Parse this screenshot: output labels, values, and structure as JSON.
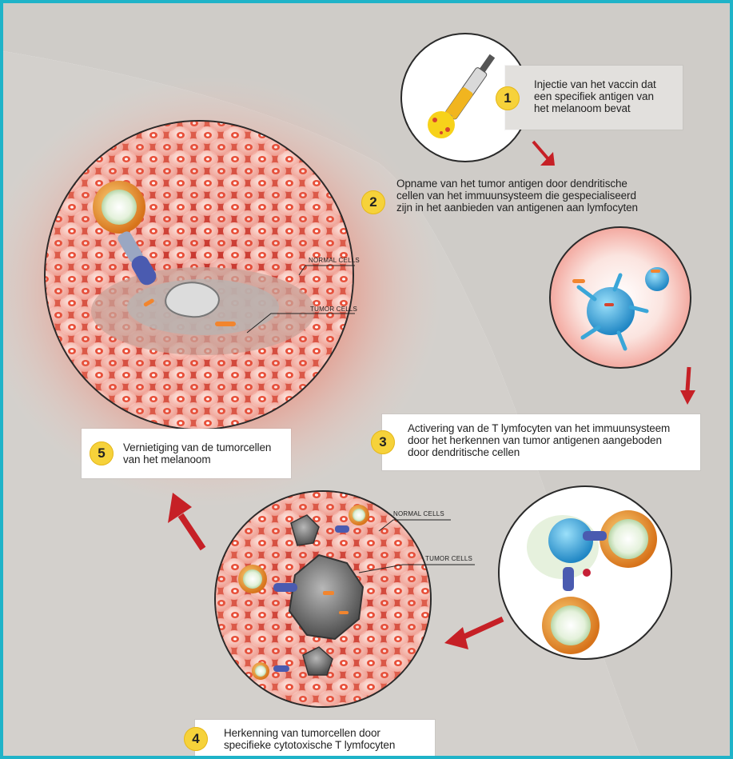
{
  "steps": [
    {
      "number": "1",
      "text": "Injectie van het vaccin dat een specifiek antigen van het melanoom bevat"
    },
    {
      "number": "2",
      "text": "Opname van het tumor antigen door dendritische cellen van het immuunsysteem die gespecialiseerd zijn in het aanbieden van antigenen aan lymfocyten"
    },
    {
      "number": "3",
      "text": "Activering van de T lymfocyten van het immuunsysteem door het herkennen van tumor antigenen aangeboden door dendritische cellen"
    },
    {
      "number": "4",
      "text": "Herkenning van tumorcellen door specifieke cytotoxische T lymfocyten"
    },
    {
      "number": "5",
      "text": "Vernietiging van de tumorcellen van het melanoom"
    }
  ],
  "step_lines": {
    "s1": [
      "Injectie van het vaccin dat",
      "een specifiek antigen van",
      "het melanoom bevat"
    ],
    "s2": [
      "Opname van het tumor antigen door dendritische",
      "cellen van het immuunsysteem die gespecialiseerd",
      "zijn in het aanbieden van antigenen aan lymfocyten"
    ],
    "s3": [
      "Activering van de T lymfocyten van het immuunsysteem",
      "door het herkennen van tumor antigenen aangeboden",
      "door dendritische cellen"
    ],
    "s4": [
      "Herkenning van tumorcellen door",
      "specifieke cytotoxische T lymfocyten"
    ],
    "s5": [
      "Vernietiging van de tumorcellen",
      "van het melanoom"
    ]
  },
  "cell_labels": {
    "normal_cells": "NORMAL CELLS",
    "tumor_cells": "TUMOR CELLS"
  },
  "colors": {
    "frame": "#1fb3c8",
    "body_silhouette": "#cfccc8",
    "badge": "#f6d23a",
    "arrow": "#c62026",
    "tissue": "#d94a3c",
    "dendritic_cell": "#3aa6d8",
    "lymphocyte": "#e58c1f"
  }
}
